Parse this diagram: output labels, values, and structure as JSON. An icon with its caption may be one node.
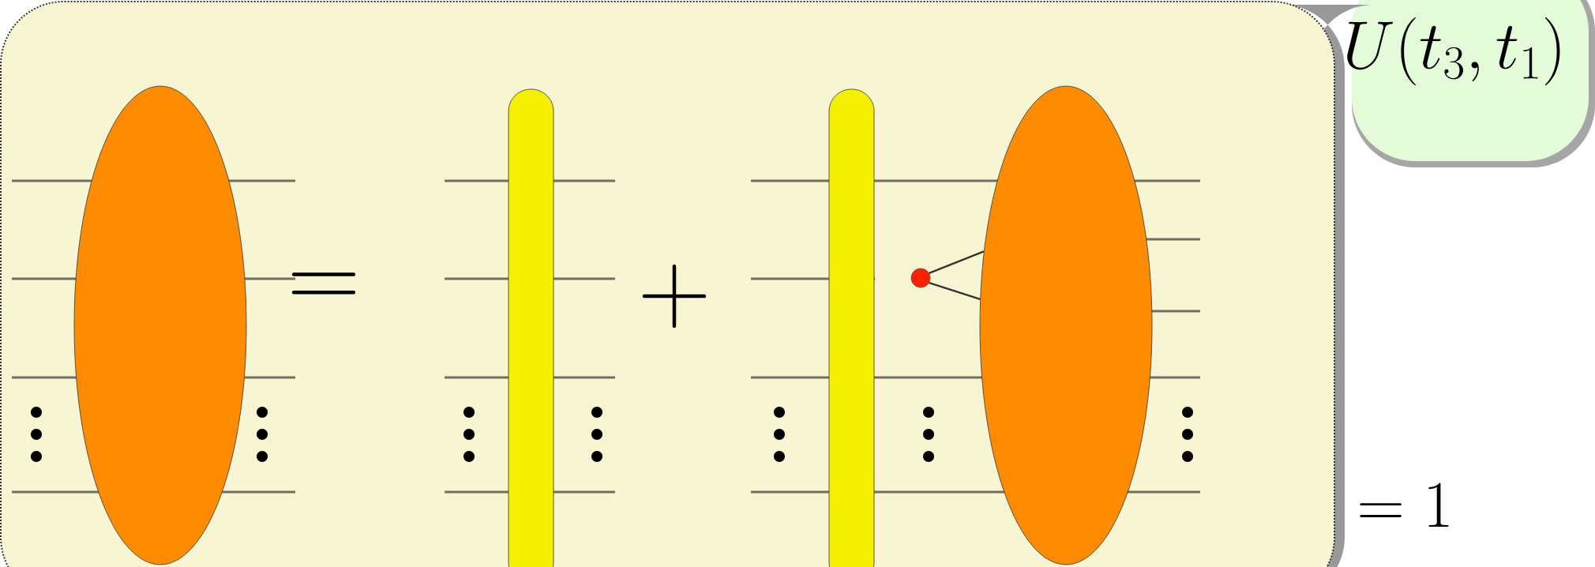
{
  "diagram": {
    "nodes": [
      {
        "text": [],
        "shape": "circle"
      },
      {
        "text": [],
        "shape": "ellipse"
      },
      {
        "text": [
          "U(t_3,t_1)"
        ]
      }
    ],
    "edges": [
      {
        "from": 0,
        "to": 1,
        "arrow": "none"
      },
      {
        "from": 0,
        "to": 1,
        "arrow": "none"
      }
    ],
    "labels": [
      "=",
      "+",
      "= 1"
    ]
  }
}
